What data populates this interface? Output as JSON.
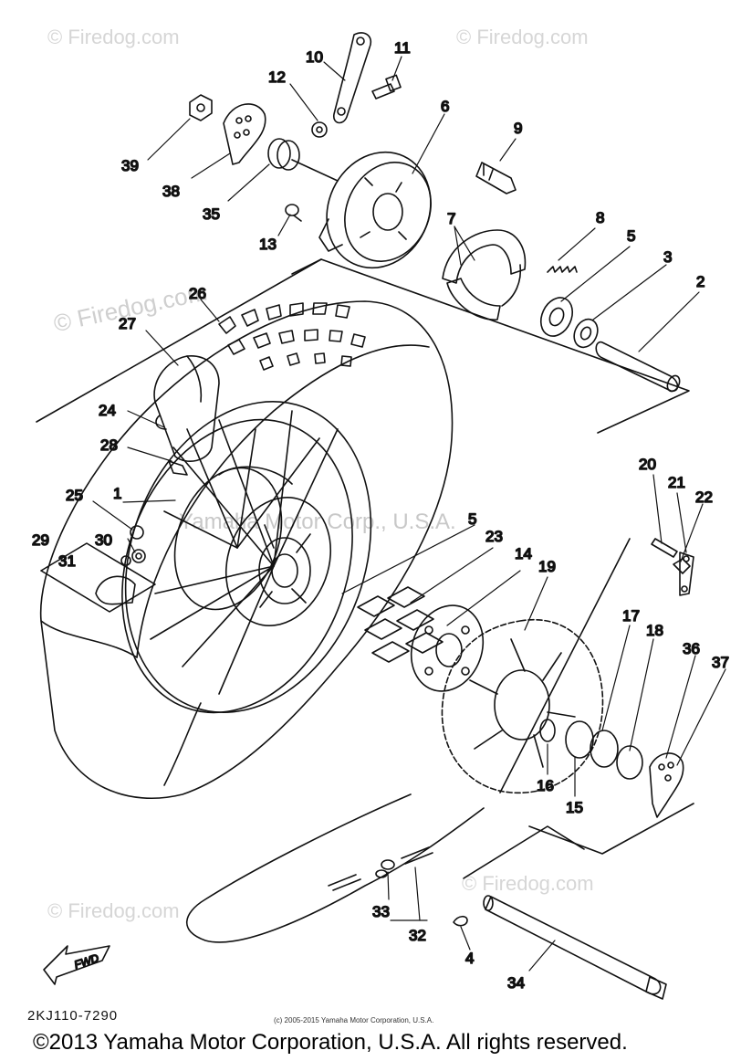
{
  "watermarks": {
    "top_left": "© Firedog.com",
    "top_right": "© Firedog.com",
    "left": "© Firedog.com",
    "center": "Yamaha Motor Corp., U.S.A.",
    "bottom_left": "© Firedog.com",
    "bottom_right": "© Firedog.com"
  },
  "callouts": [
    {
      "id": "1",
      "label": "1"
    },
    {
      "id": "2",
      "label": "2"
    },
    {
      "id": "3",
      "label": "3"
    },
    {
      "id": "4",
      "label": "4"
    },
    {
      "id": "5a",
      "label": "5"
    },
    {
      "id": "5b",
      "label": "5"
    },
    {
      "id": "6",
      "label": "6"
    },
    {
      "id": "7",
      "label": "7"
    },
    {
      "id": "8",
      "label": "8"
    },
    {
      "id": "9",
      "label": "9"
    },
    {
      "id": "10",
      "label": "10"
    },
    {
      "id": "11",
      "label": "11"
    },
    {
      "id": "12",
      "label": "12"
    },
    {
      "id": "13",
      "label": "13"
    },
    {
      "id": "14",
      "label": "14"
    },
    {
      "id": "15",
      "label": "15"
    },
    {
      "id": "16",
      "label": "16"
    },
    {
      "id": "17",
      "label": "17"
    },
    {
      "id": "18",
      "label": "18"
    },
    {
      "id": "19",
      "label": "19"
    },
    {
      "id": "20",
      "label": "20"
    },
    {
      "id": "21",
      "label": "21"
    },
    {
      "id": "22",
      "label": "22"
    },
    {
      "id": "23",
      "label": "23"
    },
    {
      "id": "24",
      "label": "24"
    },
    {
      "id": "25",
      "label": "25"
    },
    {
      "id": "26",
      "label": "26"
    },
    {
      "id": "27",
      "label": "27"
    },
    {
      "id": "28",
      "label": "28"
    },
    {
      "id": "29",
      "label": "29"
    },
    {
      "id": "30",
      "label": "30"
    },
    {
      "id": "31",
      "label": "31"
    },
    {
      "id": "32",
      "label": "32"
    },
    {
      "id": "33",
      "label": "33"
    },
    {
      "id": "34",
      "label": "34"
    },
    {
      "id": "35",
      "label": "35"
    },
    {
      "id": "36",
      "label": "36"
    },
    {
      "id": "37",
      "label": "37"
    },
    {
      "id": "38",
      "label": "38"
    },
    {
      "id": "39",
      "label": "39"
    }
  ],
  "fwd_label": "FWD",
  "diagram_code": "2KJ110-7290",
  "small_copyright": "(c) 2005-2015 Yamaha Motor Corporation, U.S.A.",
  "footer": "©2013 Yamaha Motor Corporation, U.S.A. All rights reserved."
}
